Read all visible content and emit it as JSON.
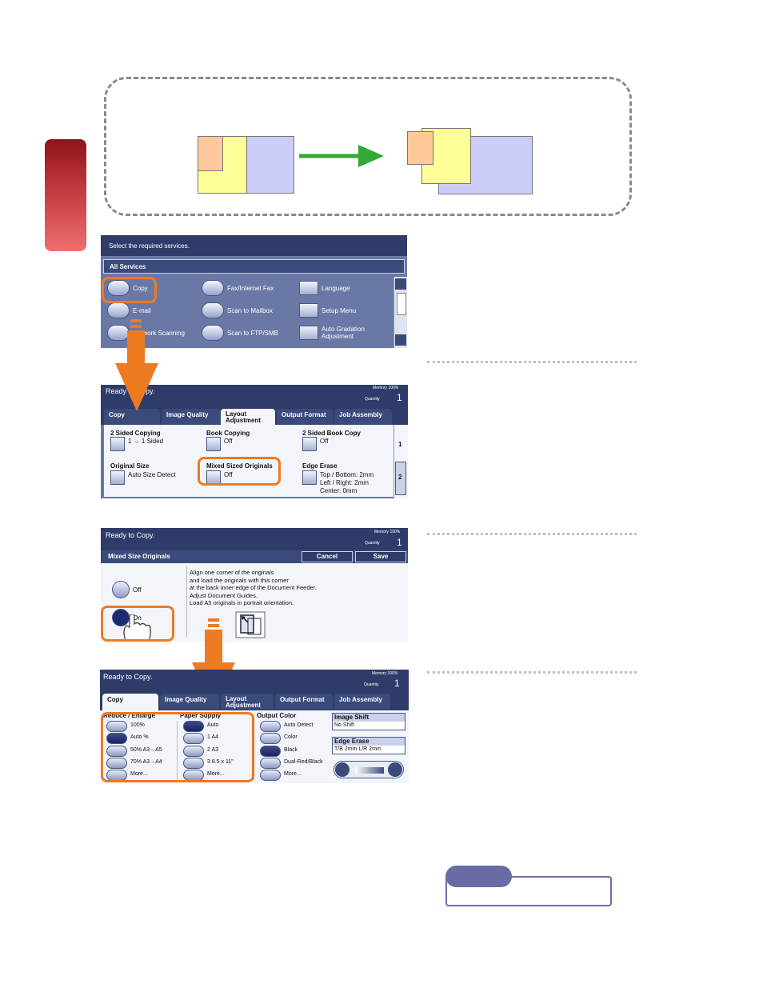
{
  "screen1": {
    "header": "Select the required services.",
    "section": "All Services",
    "services": [
      "Copy",
      "E-mail",
      "Network Scanning",
      "Fax/Internet Fax",
      "Scan to Mailbox",
      "Scan to FTP/SMB",
      "Language",
      "Setup Menu",
      "Auto Gradation Adjustment"
    ]
  },
  "screen2": {
    "status": "Ready to Copy.",
    "memory": "Memory 100%",
    "quantity_label": "Quantity",
    "quantity": "1",
    "tabs": [
      "Copy",
      "Image Quality",
      "Layout Adjustment",
      "Output Format",
      "Job Assembly"
    ],
    "features": [
      {
        "title": "2 Sided Copying",
        "value": "1 → 1 Sided"
      },
      {
        "title": "Book Copying",
        "value": "Off"
      },
      {
        "title": "2 Sided Book Copy",
        "value": "Off"
      },
      {
        "title": "Original Size",
        "value": "Auto Size Detect"
      },
      {
        "title": "Mixed Sized Originals",
        "value": "Off"
      },
      {
        "title": "Edge Erase",
        "value": "Top / Bottom: 2mm"
      }
    ],
    "edge_erase_extra1": "Left / Right: 2mm",
    "edge_erase_extra2": "Center: 0mm",
    "page1": "1",
    "page2": "2"
  },
  "screen3": {
    "status": "Ready to Copy.",
    "memory": "Memory 100%",
    "quantity_label": "Quantity",
    "quantity": "1",
    "title": "Mixed Size Originals",
    "cancel": "Cancel",
    "save": "Save",
    "option_off": "Off",
    "option_on": "On",
    "instructions": [
      "Align one corner of the originals",
      "and load the originals with this corner",
      "at the back inner edge of the Document Feeder.",
      "Adjust Document Guides.",
      "Load A5 originals in portrait orientation."
    ]
  },
  "screen4": {
    "status": "Ready to Copy.",
    "memory": "Memory 100%",
    "quantity_label": "Quantity",
    "quantity": "1",
    "tabs": [
      "Copy",
      "Image Quality",
      "Layout Adjustment",
      "Output Format",
      "Job Assembly"
    ],
    "reduce_title": "Reduce / Enlarge",
    "reduce_options": [
      "100%",
      "Auto %",
      "50%   A3→A5",
      "70%   A3→A4",
      "More..."
    ],
    "paper_title": "Paper Supply",
    "paper_options": [
      "Auto",
      "1  A4",
      "2  A3",
      "3  8.5 x 11\"",
      "More..."
    ],
    "color_title": "Output Color",
    "color_options": [
      "Auto Detect",
      "Color",
      "Black",
      "Dual-Red/Black",
      "More..."
    ],
    "image_shift_title": "Image Shift",
    "image_shift_value": "No Shift",
    "edge_erase_title": "Edge Erase",
    "edge_erase_value": "T/B 2mm     L/R 2mm"
  },
  "colors": {
    "accent_orange": "#ee7a22",
    "arrow_green": "#33aa33",
    "screen_blue": "#2f3c6a",
    "note_purple": "#6a6ba5"
  }
}
